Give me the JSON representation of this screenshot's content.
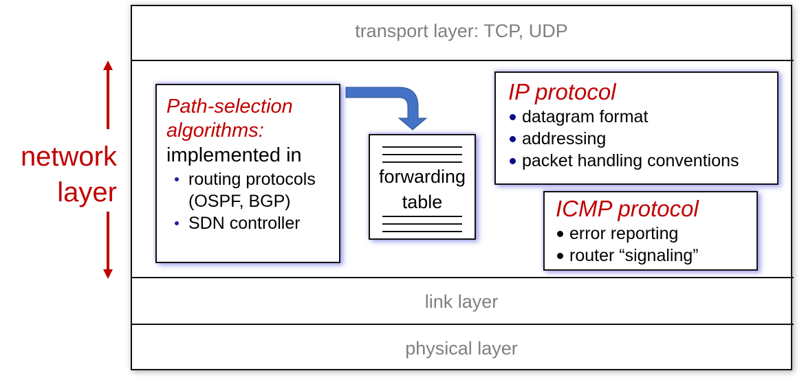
{
  "diagram": {
    "side_label": {
      "lines": [
        "network",
        "layer"
      ],
      "color": "#c00000",
      "arrow": "up-down-arrow"
    },
    "layers": {
      "transport": "transport layer: TCP, UDP",
      "link": "link layer",
      "physical": "physical layer"
    },
    "path_selection": {
      "title_lines": [
        "Path-selection",
        "algorithms:"
      ],
      "subtitle": "implemented in",
      "items": [
        {
          "lines": [
            "routing protocols",
            "(OSPF, BGP)"
          ]
        },
        {
          "lines": [
            "SDN controller"
          ]
        }
      ]
    },
    "forwarding_table": {
      "lines": [
        "forwarding",
        "table"
      ],
      "arrow": "curved-arrow-down-icon",
      "arrow_color": "#4472c4"
    },
    "ip_protocol": {
      "title": "IP protocol",
      "items": [
        "datagram format",
        "addressing",
        "packet handling conventions"
      ]
    },
    "icmp_protocol": {
      "title": "ICMP protocol",
      "items": [
        "error reporting",
        "router “signaling”"
      ]
    },
    "colors": {
      "accent_red": "#c00000",
      "layer_text_gray": "#7f7f7f",
      "arrow_blue": "#4472c4",
      "bullet_blue": "#1f1fa0"
    }
  }
}
